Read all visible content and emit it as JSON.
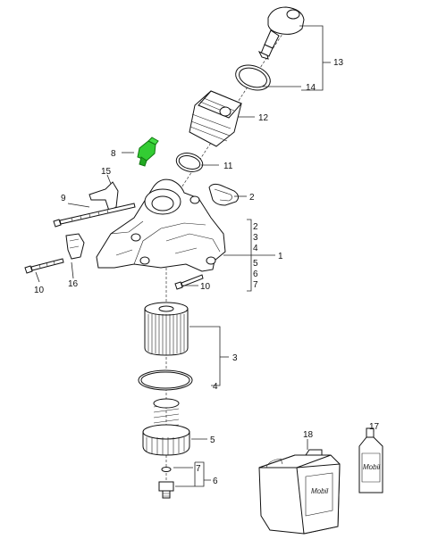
{
  "labels": {
    "n1": "1",
    "n2": "2",
    "n2b": "2",
    "n3": "3",
    "n3b": "3",
    "n4": "4",
    "n4b": "4",
    "n5": "5",
    "n5b": "5",
    "n6": "6",
    "n6b": "6",
    "n7": "7",
    "n7b": "7",
    "n8": "8",
    "n9": "9",
    "n10a": "10",
    "n10b": "10",
    "n11": "11",
    "n12": "12",
    "n13": "13",
    "n14": "14",
    "n15": "15",
    "n16": "16",
    "n17": "17",
    "n18": "18"
  },
  "brand": {
    "canister": "Mobil",
    "bottle": "Mobil"
  },
  "colors": {
    "highlight": "#33cc33",
    "line": "#222222"
  }
}
